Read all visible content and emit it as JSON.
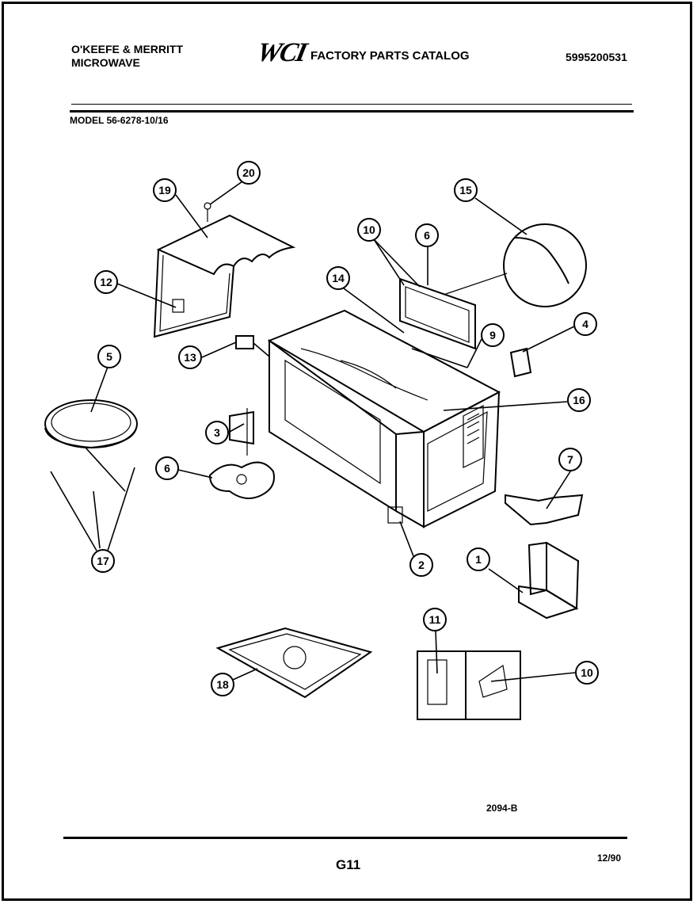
{
  "header": {
    "brand_line1": "O'KEEFE & MERRITT",
    "brand_line2": "MICROWAVE",
    "logo_text": "WCI",
    "catalog_title": "FACTORY PARTS CATALOG",
    "catalog_number": "5995200531",
    "model": "MODEL 56-6278-10/16"
  },
  "callouts": [
    "20",
    "19",
    "12",
    "13",
    "5",
    "3",
    "6",
    "17",
    "10",
    "6",
    "15",
    "14",
    "9",
    "4",
    "16",
    "7",
    "2",
    "1",
    "11",
    "10",
    "18"
  ],
  "footer": {
    "diagram_code": "2094-B",
    "page_number": "G11",
    "date": "12/90"
  }
}
